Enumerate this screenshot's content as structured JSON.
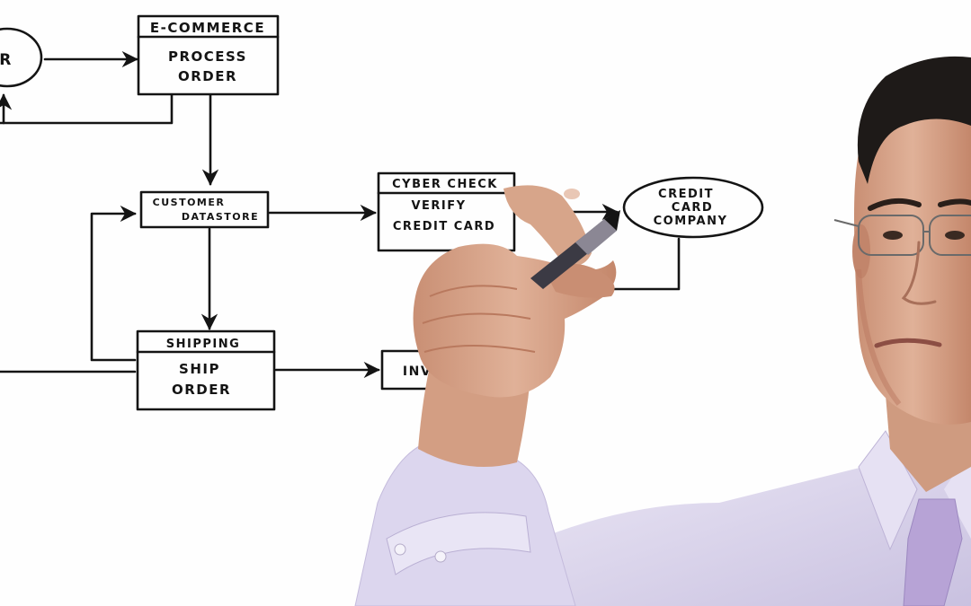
{
  "flowchart": {
    "start_node": {
      "label": "ER"
    },
    "ecommerce": {
      "header": "E-COMMERCE",
      "line1": "PROCESS",
      "line2": "ORDER"
    },
    "customer": {
      "line1": "CUSTOMER",
      "line2": "DATASTORE"
    },
    "cyber": {
      "header": "CYBER CHECK",
      "line1": "VERIFY",
      "line2": "CREDIT CARD"
    },
    "credit_company": {
      "line1": "CREDIT",
      "line2": "CARD",
      "line3": "COMPANY"
    },
    "shipping": {
      "header": "SHIPPING",
      "line1": "SHIP",
      "line2": "ORDER"
    },
    "inventory": {
      "label": "INVENTORY"
    }
  },
  "colors": {
    "background": "#ffffff",
    "ink": "#141414",
    "shirt": "#dcd6ee",
    "tie": "#b7a3d6",
    "skin": "#d8a58a",
    "hair": "#1e1a18"
  }
}
